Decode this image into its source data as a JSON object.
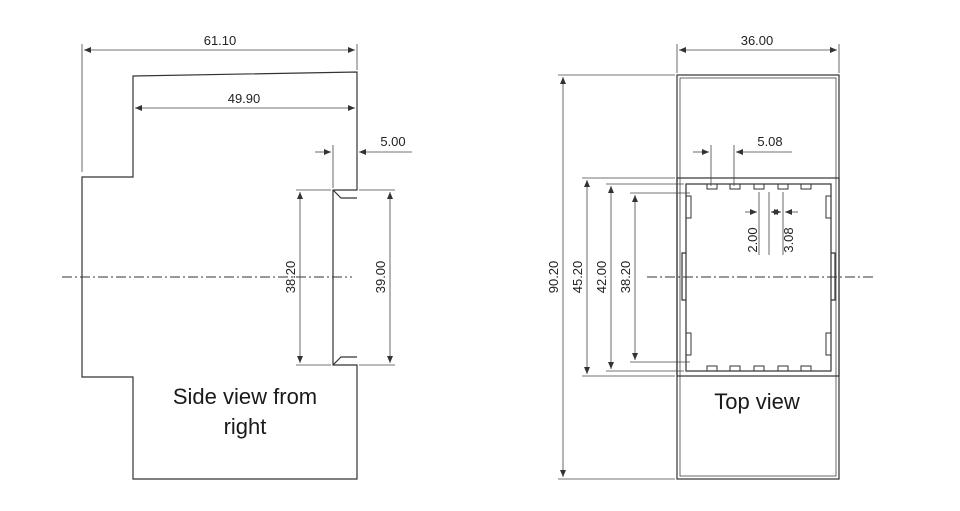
{
  "side_view": {
    "caption_line1": "Side view from",
    "caption_line2": "right",
    "dim_overall_width": "61.10",
    "dim_upper_width": "49.90",
    "dim_step": "5.00",
    "dim_inner_height": "38.20",
    "dim_outer_height": "39.00"
  },
  "top_view": {
    "caption": "Top view",
    "dim_width": "36.00",
    "dim_pitch": "5.08",
    "dim_slot_width": "2.00",
    "dim_slot_gap": "3.08",
    "dim_total_height": "90.20",
    "dim_h1": "45.20",
    "dim_h2": "42.00",
    "dim_h3": "38.20"
  }
}
